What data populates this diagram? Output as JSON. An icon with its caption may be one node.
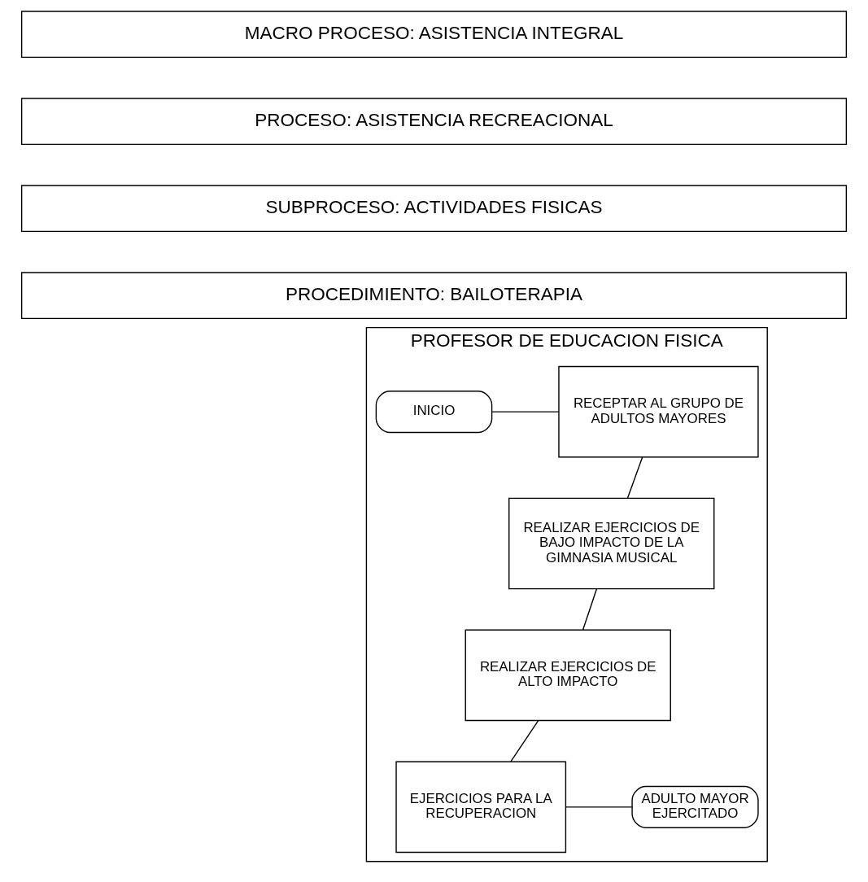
{
  "diagram": {
    "nodes": [
      {
        "text": [
          "MACRO PROCESO: ASISTENCIA INTEGRAL"
        ]
      },
      {
        "text": [
          "PROCESO: ASISTENCIA RECREACIONAL"
        ]
      },
      {
        "text": [
          "SUBPROCESO: ACTIVIDADES FISICAS"
        ]
      },
      {
        "text": [
          "PROCEDIMIENTO: BAILOTERAPIA"
        ]
      },
      {
        "text": [
          "PROFESOR DE EDUCACION FISICA"
        ]
      },
      {
        "text": [
          "INICIO"
        ],
        "in": 4
      },
      {
        "text": [
          "RECEPTAR AL GRUPO DE ADULTOS MAYORES"
        ],
        "in": 4
      },
      {
        "text": [
          "REALIZAR EJERCICIOS DE BAJO IMPACTO DE LA GIMNASIA MUSICAL"
        ],
        "in": 4
      },
      {
        "text": [
          "REALIZAR EJERCICIOS DE ALTO IMPACTO"
        ],
        "in": 4
      },
      {
        "text": [
          "EJERCICIOS PARA LA RECUPERACION"
        ],
        "in": 4
      },
      {
        "text": [
          "ADULTO MAYOR EJERCITADO"
        ],
        "in": 4
      }
    ],
    "edges": [
      {
        "from": 5,
        "to": 6,
        "arrow": "none"
      },
      {
        "from": 6,
        "to": 7,
        "arrow": "none"
      },
      {
        "from": 7,
        "to": 8,
        "arrow": "none"
      },
      {
        "from": 8,
        "to": 9,
        "arrow": "none"
      },
      {
        "from": 9,
        "to": 10,
        "arrow": "none"
      }
    ]
  }
}
